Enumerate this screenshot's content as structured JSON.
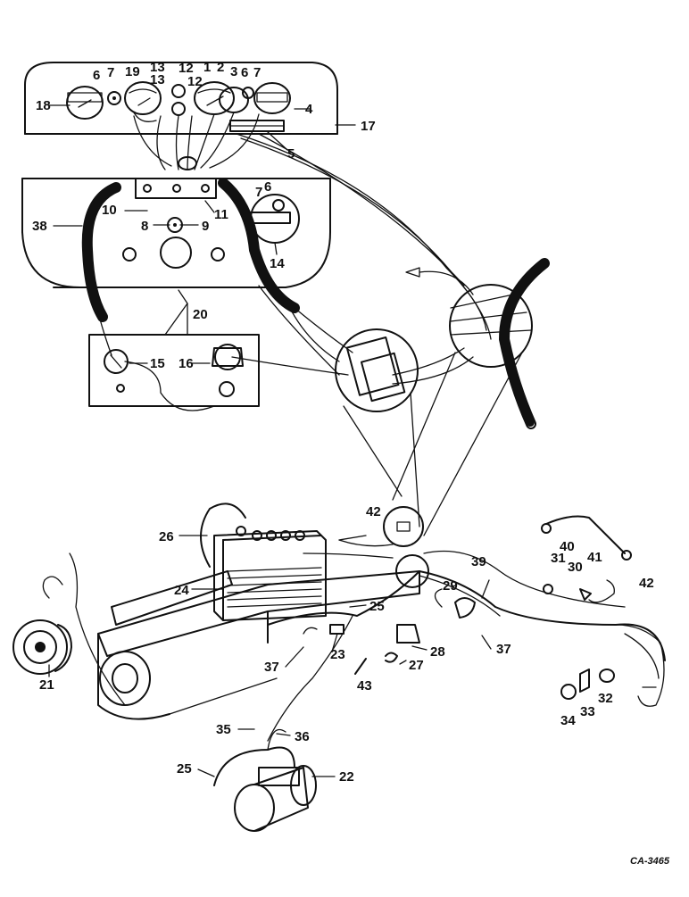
{
  "diagram": {
    "labels": {
      "n1": "1",
      "n2": "2",
      "n3": "3",
      "n4": "4",
      "n5": "5",
      "n6a": "6",
      "n6b": "6",
      "n6c": "6",
      "n7a": "7",
      "n7b": "7",
      "n7c": "7",
      "n8": "8",
      "n9": "9",
      "n10": "10",
      "n11": "11",
      "n12a": "12",
      "n12b": "12",
      "n13a": "13",
      "n13b": "13",
      "n14": "14",
      "n15": "15",
      "n16": "16",
      "n17": "17",
      "n18": "18",
      "n19": "19",
      "n20": "20",
      "n21": "21",
      "n22": "22",
      "n23": "23",
      "n24": "24",
      "n25a": "25",
      "n25b": "25",
      "n26": "26",
      "n27": "27",
      "n28": "28",
      "n29": "29",
      "n30": "30",
      "n31": "31",
      "n32": "32",
      "n33": "33",
      "n34": "34",
      "n35": "35",
      "n36": "36",
      "n37a": "37",
      "n37b": "37",
      "n38": "38",
      "n39": "39",
      "n40": "40",
      "n41": "41",
      "n42a": "42",
      "n42b": "42",
      "n43": "43"
    },
    "drawing_code": "CA-3465"
  }
}
